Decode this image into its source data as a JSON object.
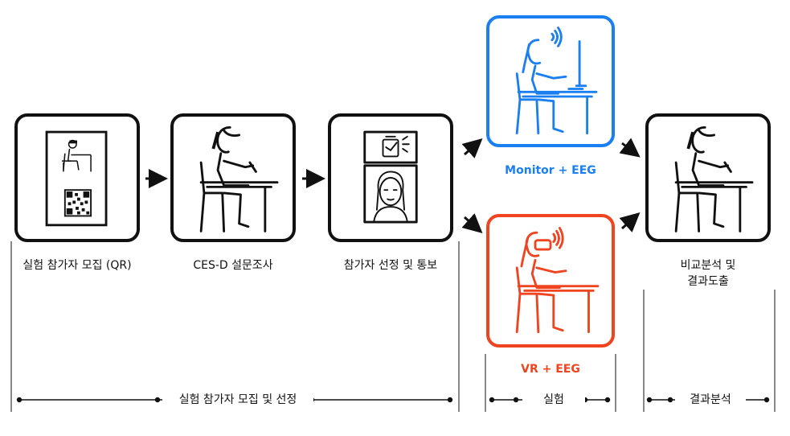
{
  "steps": [
    {
      "label": "실험 참가자 모집 (QR)",
      "icon": "recruit-qr-icon"
    },
    {
      "label": "CES-D 설문조사",
      "icon": "survey-writing-icon"
    },
    {
      "label": "참가자 선정 및 통보",
      "icon": "selection-notice-icon"
    },
    {
      "label": "Monitor + EEG",
      "icon": "monitor-eeg-icon",
      "color": "#1a7ff0"
    },
    {
      "label": "VR + EEG",
      "icon": "vr-eeg-icon",
      "color": "#f0431f"
    },
    {
      "label_line1": "비교분석 및",
      "label_line2": "결과도출",
      "icon": "analysis-writing-icon"
    }
  ],
  "phases": [
    {
      "label": "실험 참가자 모집 및 선정"
    },
    {
      "label": "실험"
    },
    {
      "label": "결과분석"
    }
  ],
  "colors": {
    "line": "#111111",
    "monitor": "#1a7ff0",
    "vr": "#f0431f"
  }
}
